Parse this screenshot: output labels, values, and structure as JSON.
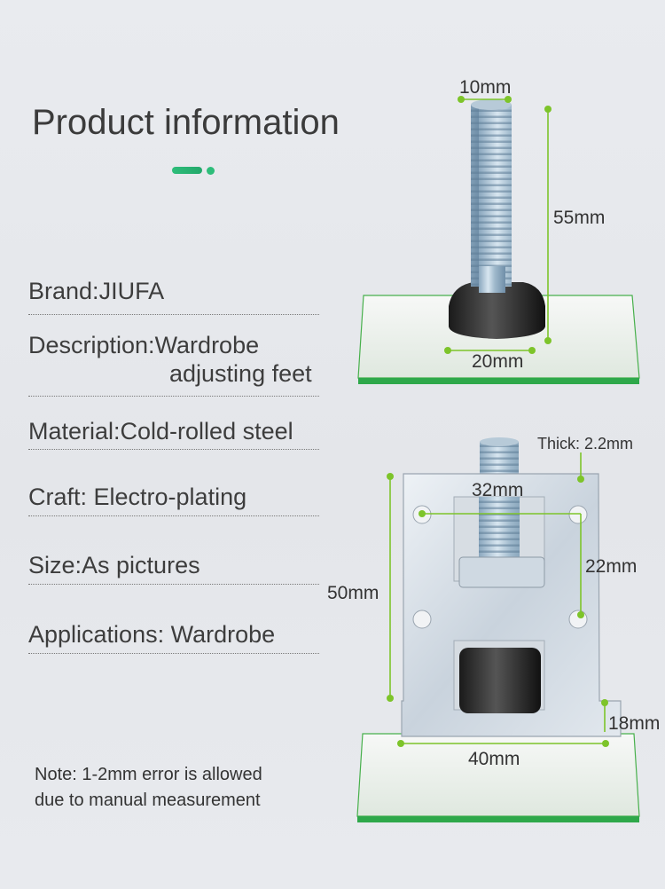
{
  "page": {
    "title": "Product information"
  },
  "info": [
    {
      "label": "Brand:",
      "value": "JIUFA"
    },
    {
      "label": "Description:",
      "value": "Wardrobe",
      "value2": "adjusting feet"
    },
    {
      "label": "Material:",
      "value": "Cold-rolled steel"
    },
    {
      "label": "Craft: ",
      "value": "Electro-plating"
    },
    {
      "label": "Size:",
      "value": "As pictures"
    },
    {
      "label": "Applications: ",
      "value": "Wardrobe"
    }
  ],
  "note": {
    "line1": "Note: 1-2mm error is allowed",
    "line2": "due to manual measurement"
  },
  "dimensions": {
    "top": {
      "diameter": "10mm",
      "height": "55mm",
      "base": "20mm"
    },
    "bottom": {
      "thick": "Thick: 2.2mm",
      "bolt": "32mm",
      "holes": "22mm",
      "height": "50mm",
      "foot": "18mm",
      "width": "40mm"
    }
  },
  "colors": {
    "accent": "#7dc42a",
    "brand_green": "#2ebd7a"
  }
}
